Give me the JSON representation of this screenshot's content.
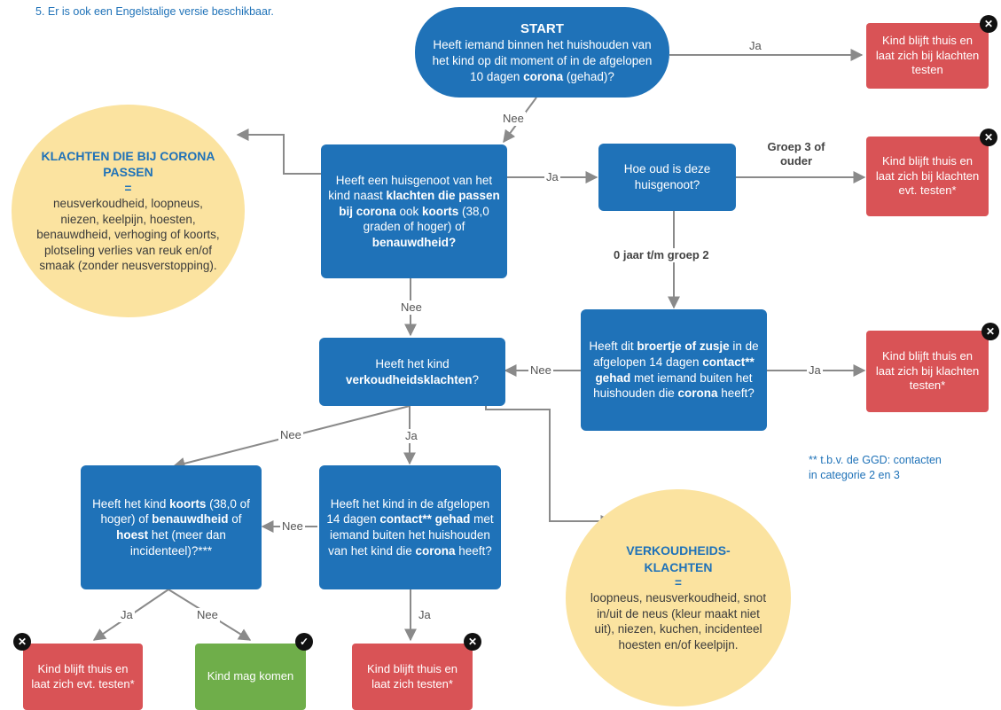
{
  "header": {
    "list_line": "5. Er is ook een Engelstalige versie beschikbaar."
  },
  "nodes": {
    "start": {
      "title": "START",
      "parts": [
        {
          "t": "Heeft iemand binnen het huishouden van het kind op dit moment of in de afgelopen 10 dagen "
        },
        {
          "t": "corona",
          "b": true
        },
        {
          "t": " (gehad)?"
        }
      ]
    },
    "q_huisgenoot": {
      "parts": [
        {
          "t": "Heeft een huisgenoot van het kind naast "
        },
        {
          "t": "klachten die passen bij corona",
          "b": true
        },
        {
          "t": " ook "
        },
        {
          "t": "koorts",
          "b": true
        },
        {
          "t": " (38,0 graden of hoger) of "
        },
        {
          "t": "benauwdheid?",
          "b": true
        }
      ]
    },
    "q_leeftijd": {
      "parts": [
        {
          "t": "Hoe oud is deze huisgenoot?"
        }
      ]
    },
    "q_broertje": {
      "parts": [
        {
          "t": "Heeft dit "
        },
        {
          "t": "broertje of zusje",
          "b": true
        },
        {
          "t": " in de afgelopen 14 dagen "
        },
        {
          "t": "contact** gehad",
          "b": true
        },
        {
          "t": " met iemand buiten het huishouden die "
        },
        {
          "t": "corona",
          "b": true
        },
        {
          "t": " heeft?"
        }
      ]
    },
    "q_verkoudheid": {
      "parts": [
        {
          "t": "Heeft het kind "
        },
        {
          "t": "verkoudheidsklachten",
          "b": true
        },
        {
          "t": "?"
        }
      ]
    },
    "q_contact_kind": {
      "parts": [
        {
          "t": "Heeft het kind in de afgelopen 14 dagen "
        },
        {
          "t": "contact** gehad",
          "b": true
        },
        {
          "t": " met iemand buiten het huishouden van het kind die "
        },
        {
          "t": "corona",
          "b": true
        },
        {
          "t": " heeft?"
        }
      ]
    },
    "q_koorts": {
      "parts": [
        {
          "t": "Heeft het kind "
        },
        {
          "t": "koorts",
          "b": true
        },
        {
          "t": " (38,0 of hoger) of "
        },
        {
          "t": "benauwdheid",
          "b": true
        },
        {
          "t": " of "
        },
        {
          "t": "hoest",
          "b": true
        },
        {
          "t": " het (meer dan incidenteel)?***"
        }
      ]
    },
    "out_thuis_1": {
      "text": "Kind blijft thuis en laat zich bij klachten testen"
    },
    "out_thuis_2": {
      "text": "Kind blijft thuis en laat zich bij klachten evt. testen*"
    },
    "out_thuis_3": {
      "text": "Kind blijft thuis en laat zich bij klachten testen*"
    },
    "out_thuis_4": {
      "text": "Kind blijft thuis en laat zich evt. testen*"
    },
    "out_thuis_5": {
      "text": "Kind blijft thuis en laat zich testen*"
    },
    "out_komen": {
      "text": "Kind mag komen"
    }
  },
  "circles": {
    "corona_klachten": {
      "title": "KLACHTEN DIE BIJ CORONA PASSEN",
      "equals": "=",
      "text": "neusverkoudheid, loopneus, niezen, keelpijn, hoesten, benauwdheid, verhoging of koorts, plotseling verlies van reuk en/of smaak (zonder neusverstopping)."
    },
    "verkoudheid": {
      "title": "VERKOUDHEIDS- KLACHTEN",
      "equals": "=",
      "text": "loopneus, neusverkoudheid, snot in/uit de neus (kleur maakt niet uit), niezen, kuchen, incidenteel hoesten en/of keelpijn."
    }
  },
  "edge_labels": {
    "ja": "Ja",
    "nee": "Nee",
    "groep3": "Groep 3 of ouder",
    "groep0": "0 jaar t/m groep 2"
  },
  "note": "** t.b.v. de GGD: contacten in categorie 2 en 3",
  "icons": {
    "stop": "x-icon",
    "ok": "check-icon"
  },
  "colors": {
    "question_blue": "#1f72b8",
    "stop_red": "#d95356",
    "go_green": "#6fae4a",
    "circle_yellow": "#fbe3a0"
  }
}
